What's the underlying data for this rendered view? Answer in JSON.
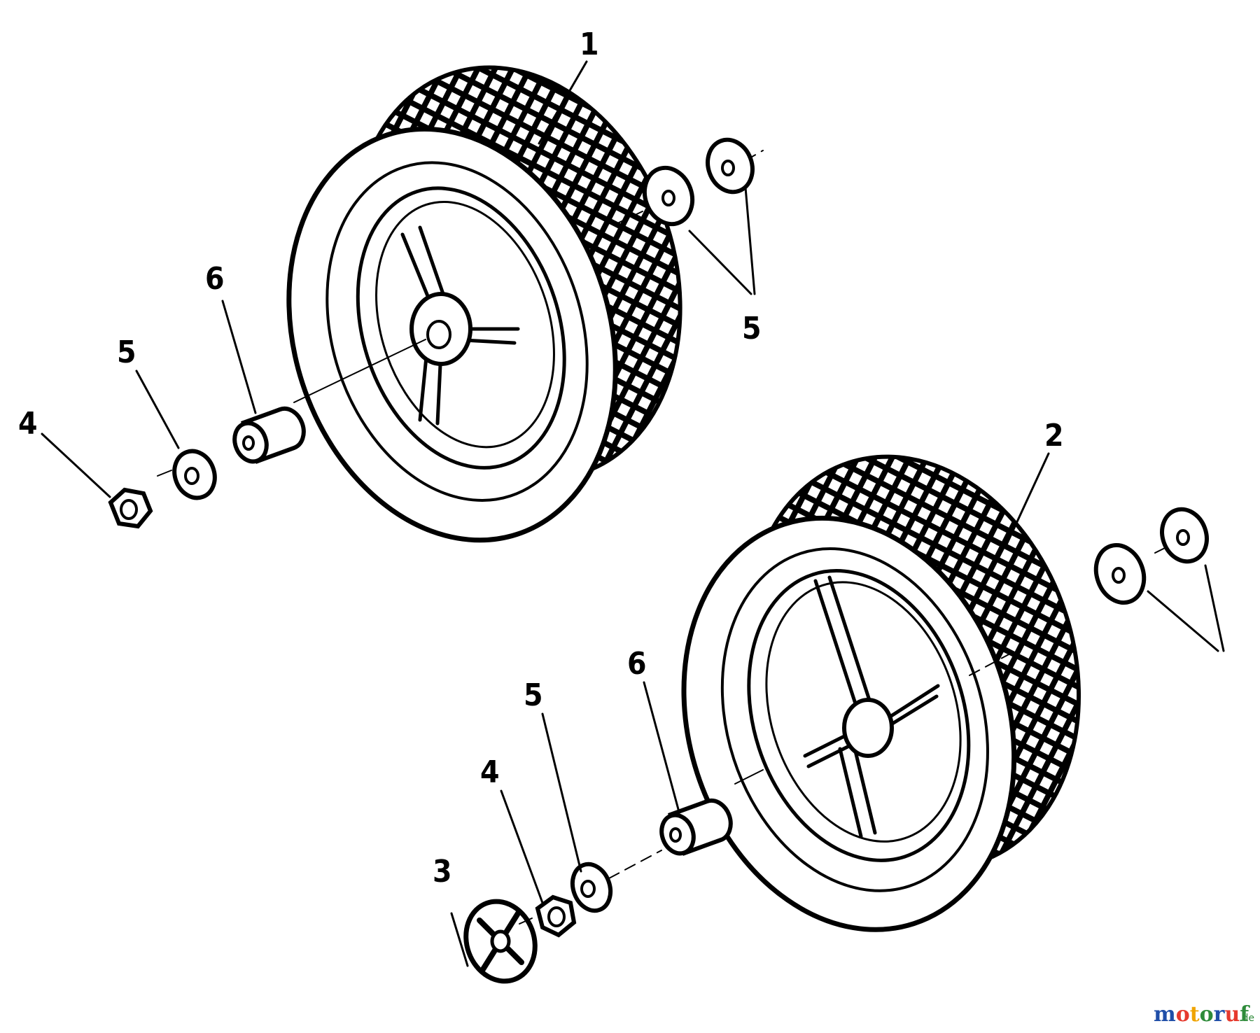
{
  "labels": {
    "wheel_upper": "1",
    "wheel_lower": "2",
    "hubcap": "3",
    "nut_left": "4",
    "nut_lower": "4",
    "washer_left": "5",
    "washers_upper_right": "5",
    "washer_lower": "5",
    "spacer_upper": "6",
    "spacer_lower": "6"
  },
  "watermark": {
    "letters": [
      "m",
      "o",
      "t",
      "o",
      "r",
      "u",
      "f"
    ],
    "letter_colors": [
      "#1f4ea8",
      "#e63a2e",
      "#f0a400",
      "#2e8b3a",
      "#1f4ea8",
      "#e63a2e",
      "#2e8b3a"
    ],
    "suffix": ".de"
  }
}
